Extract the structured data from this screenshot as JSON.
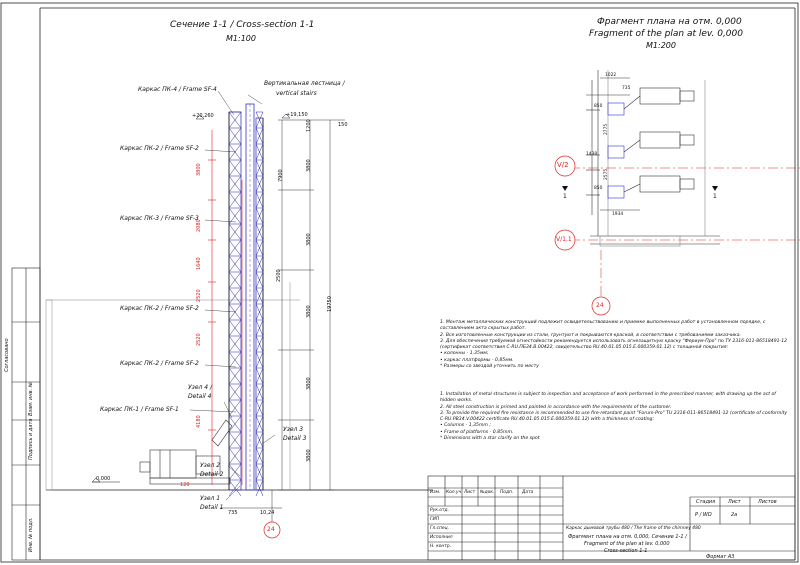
{
  "left_view": {
    "title": "Сечение 1-1 / Cross-section 1-1",
    "scale": "М1:100",
    "callouts": {
      "frame4": "Каркас ПК-4 / Frame SF-4",
      "frame2a": "Каркас ПК-2 / Frame SF-2",
      "frame3": "Каркас ПК-3 / Frame SF-3",
      "frame2b": "Каркас ПК-2 / Frame SF-2",
      "frame2c": "Каркас ПК-2 / Frame SF-2",
      "frame1": "Каркас ПК-1 / Frame SF-1",
      "ladder_ru": "Вертикальная лестница /",
      "ladder_en": "vertical stairs",
      "node4a": "Узел 4 /",
      "node4b": "Detail 4",
      "node2a": "Узел 2",
      "node2b": "Detail 2",
      "node1a": "Узел 1",
      "node1b": "Detail 1",
      "node3a": "Узел 3",
      "node3b": "Detail 3"
    },
    "levels": {
      "top": "+20,260",
      "stair_top": "+19,150",
      "ground": "0,000"
    },
    "dims_right": [
      "1200",
      "150",
      "3800",
      "7900",
      "3800",
      "2500",
      "3800",
      "19750",
      "3800",
      "3800"
    ],
    "dims_red": [
      "3800",
      "2080",
      "1640",
      "2520",
      "2520",
      "4180",
      "120"
    ],
    "dims_bottom": [
      "735",
      "10,24"
    ],
    "axis": "24"
  },
  "right_view": {
    "title_ru": "Фрагмент плана на отм. 0,000",
    "title_en": "Fragment of the plan at lev. 0,000",
    "scale": "М1:200",
    "dims": [
      "1022",
      "735",
      "850",
      "2775",
      "1438",
      "2575",
      "850",
      "1934"
    ],
    "axes": {
      "v2": "V/2",
      "v11": "V/1,1",
      "a24": "24",
      "section_mark": "1"
    }
  },
  "notes_ru": [
    "1. Монтаж металлических конструкций подлежит освидетельствованию и приемке выполненных работ в установленном порядке, с составлением акта скрытых работ.",
    "2. Все изготовленные конструкции из стали, грунтуют и покрываются краской, в соответствии с требованиями заказчика.",
    "3. Для обеспечения требуемой огнестойкости рекомендуется использовать огнезащитную краску \"Фериум-Про\" по ТУ 2316-011-86518491-12 (сертификат соответствия С-RU.ПБ34.В.00422, свидетельство RU.40.01.05.015.Е.000359.01.12) с толщиной покрытия:",
    "• колонны - 1,35мм;",
    "• каркас платформы - 0,85мм.",
    "* Размеры со звездой уточнить по месту"
  ],
  "notes_en": [
    "1. Installation of metal structures is subject to inspection and acceptance of work performed in the prescribed manner, with drawing up the act of hidden works.",
    "2. All steel construction is primed and painted in accordance with the requirements of the customer.",
    "3. To provide the required fire resistance is recommended to use fire-retardant paint \"Forum-Pro\" TU 2316-011-86518491-12 (certificate of conformity C-RU.PB34.V.00422 certificate RU.40.01.05.015.E.000359.01.12) with a thickness of coating:",
    "• Columns - 1,35mm ;",
    "• Frame of platforms - 0,85mm.",
    "* Dimensions with a star clarify on the spot"
  ],
  "title_block": {
    "head": [
      "Изм.",
      "Кол.уч",
      "Лист",
      "№док.",
      "Подп.",
      "Дата"
    ],
    "roles": [
      "Рук.отд.",
      "ГИП",
      "Гл.спец.",
      "Исполнил",
      "Н. контр."
    ],
    "stage_head": "Стадия",
    "sheet_head": "Лист",
    "sheets_head": "Листов",
    "stage": "Р / WD",
    "sheet": "2а",
    "subject": "Каркас дымовой трубы 480 / The frame of the chimney 480",
    "sheet_title_1": "Фрагмент плана на отм. 0,000, Сечение 1-1 /",
    "sheet_title_2": "Fragment of the plan at lev. 0,000",
    "sheet_title_3": "Cross-section 1-1",
    "format": "Формат А3"
  },
  "side_stamp": {
    "agreed": "Согласовано",
    "inv_repl": "Взам. инв. №",
    "sign_date": "Подпись и дата",
    "inv_orig": "Инв. № подл."
  }
}
